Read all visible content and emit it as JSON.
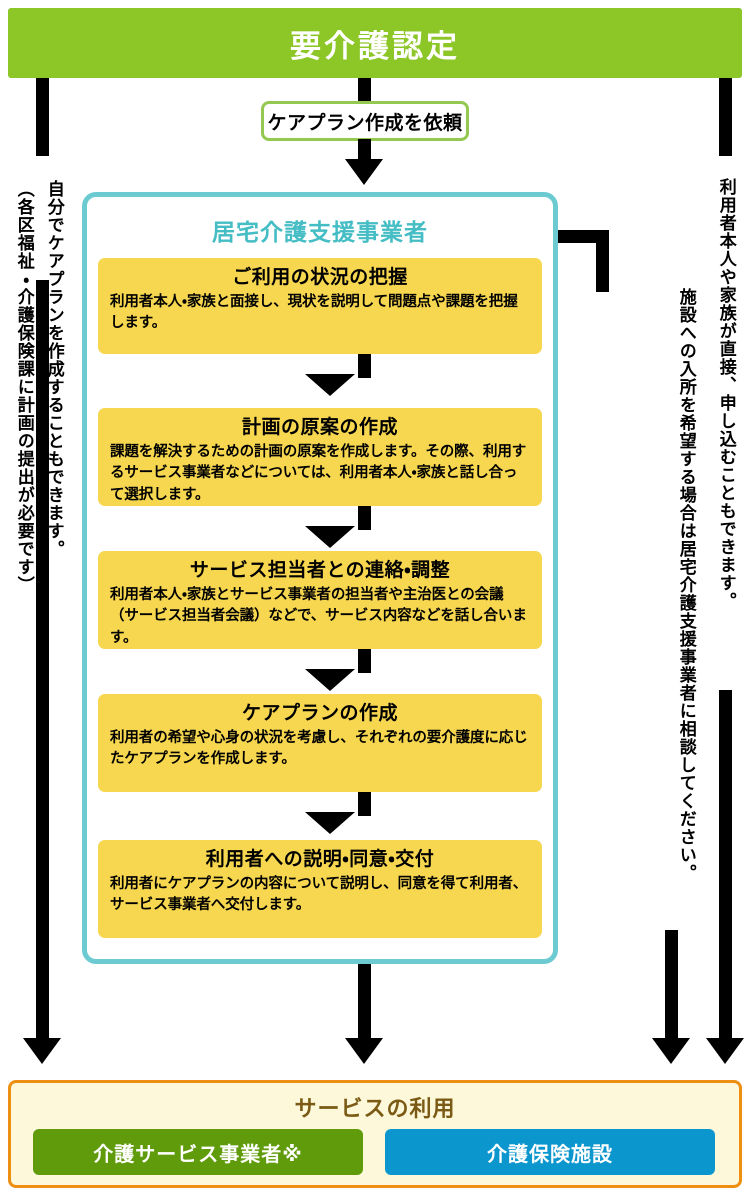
{
  "header": {
    "title": "要介護認定",
    "color": "#8cc627"
  },
  "request_pill": {
    "label": "ケアプラン作成を依頼",
    "border_color": "#93c851"
  },
  "provider_panel": {
    "title": "居宅介護支援事業者",
    "title_color": "#44bdc4",
    "border_color": "#6ccbd1",
    "steps": [
      {
        "title": "ご利用の状況の把握",
        "body": "利用者本人・家族と面接し、現状を説明して問題点や課題を把握します。"
      },
      {
        "title": "計画の原案の作成",
        "body": "課題を解決するための計画の原案を作成します。その際、利用するサービス事業者などについては、利用者本人・家族と話し合って選択します。"
      },
      {
        "title": "サービス担当者との連絡・調整",
        "body": "利用者本人・家族とサービス事業者の担当者や主治医との会議（サービス担当者会議）などで、サービス内容などを話し合います。"
      },
      {
        "title": "ケアプランの作成",
        "body": "利用者の希望や心身の状況を考慮し、それぞれの要介護度に応じたケアプランを作成します。"
      },
      {
        "title": "利用者への説明・同意・交付",
        "body": "利用者にケアプランの内容について説明し、同意を得て利用者、サービス事業者へ交付します。"
      }
    ],
    "step_color": "#f7d74f"
  },
  "side_notes": {
    "left_line_1": "自分でケアプランを作成することもできます。",
    "left_line_2": "（各区福祉・介護保険課に計画の提出が必要です）",
    "right_line_1": "施設への入所を希望する場合は居宅介護支援事業者に相談してください。",
    "right_line_2": "利用者本人や家族が直接、申し込むこともできます。"
  },
  "service_panel": {
    "title": "サービスの利用",
    "title_color": "#7a5a14",
    "background": "#fcf8d9",
    "border_color": "#ee8f12",
    "chips": [
      {
        "label": "介護サービス事業者※",
        "color": "#5f9b0a"
      },
      {
        "label": "介護保険施設",
        "color": "#0c96ce"
      }
    ]
  }
}
